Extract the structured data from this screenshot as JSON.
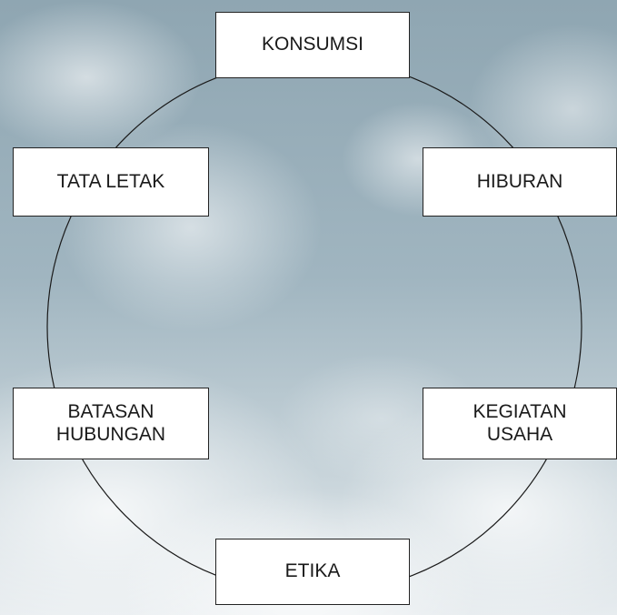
{
  "diagram": {
    "type": "cycle",
    "nodes": [
      {
        "id": "konsumsi",
        "label": "KONSUMSI"
      },
      {
        "id": "hiburan",
        "label": "HIBURAN"
      },
      {
        "id": "kegiatan-usaha",
        "label": "KEGIATAN\nUSAHA"
      },
      {
        "id": "etika",
        "label": "ETIKA"
      },
      {
        "id": "batasan-hubungan",
        "label": "BATASAN\nHUBUNGAN"
      },
      {
        "id": "tata-letak",
        "label": "TATA LETAK"
      }
    ],
    "colors": {
      "box_fill": "#ffffff",
      "box_border": "#222222",
      "circle_stroke": "#1a1a1a",
      "text": "#1a1a1a"
    }
  }
}
